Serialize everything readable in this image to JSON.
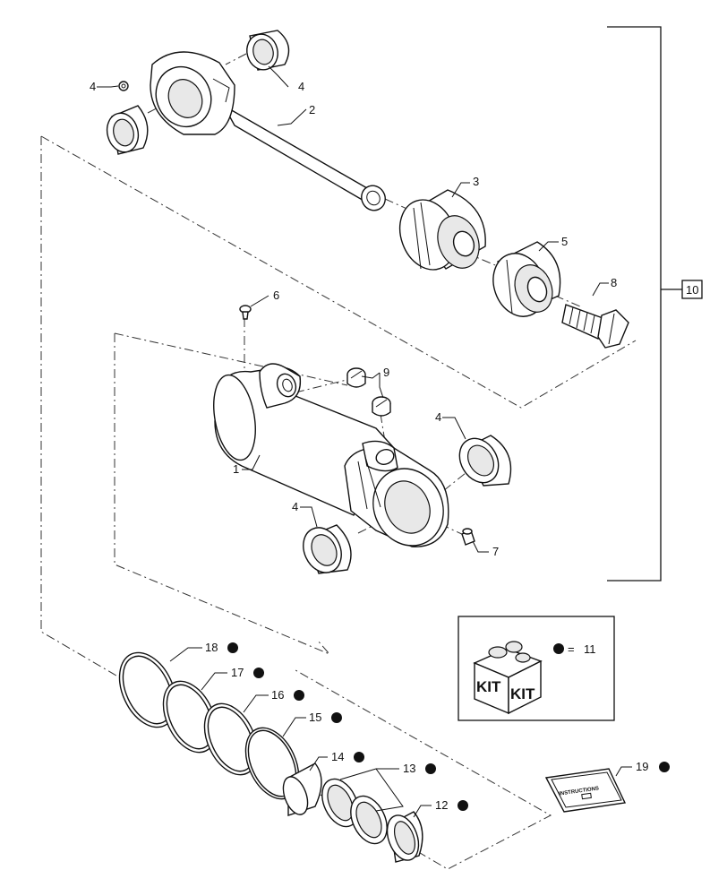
{
  "callouts": {
    "c1": "1",
    "c2": "2",
    "c3": "3",
    "c4a": "4",
    "c4b": "4",
    "c4c": "4",
    "c4d": "4",
    "c5": "5",
    "c6": "6",
    "c7": "7",
    "c8": "8",
    "c9": "9",
    "c10": "10",
    "c12": "12",
    "c13": "13",
    "c14": "14",
    "c15": "15",
    "c16": "16",
    "c17": "17",
    "c18": "18",
    "c19": "19"
  },
  "kit": {
    "word_left": "KIT",
    "word_right": "KIT",
    "legend_equals": "=",
    "legend_number": "11"
  },
  "instructions_card": {
    "text": "INSTRUCTIONS"
  },
  "icons": {
    "kit_marker": "filled-circle",
    "kit_box": "parts-box-icon",
    "instructions": "instruction-sheet-icon"
  },
  "colors": {
    "line": "#111111",
    "background": "#ffffff"
  }
}
